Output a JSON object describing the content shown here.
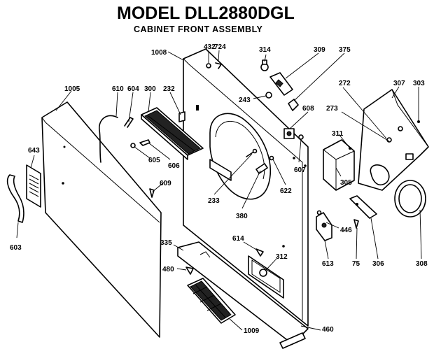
{
  "title": "MODEL DLL2880DGL",
  "subtitle": "CABINET FRONT ASSEMBLY",
  "labels": {
    "p1008": "1008",
    "p432": "432",
    "p724": "724",
    "p314": "314",
    "p309": "309",
    "p375": "375",
    "p243": "243",
    "p608": "608",
    "p272": "272",
    "p307": "307",
    "p303": "303",
    "p273": "273",
    "p311": "311",
    "p1005": "1005",
    "p610": "610",
    "p604": "604",
    "p300": "300",
    "p232": "232",
    "p643": "643",
    "p605": "605",
    "p606": "606",
    "p607": "607",
    "p305": "305",
    "p233": "233",
    "p622": "622",
    "p609": "609",
    "p380": "380",
    "p603": "603",
    "p446": "446",
    "p614": "614",
    "p335": "335",
    "p312": "312",
    "p613": "613",
    "p75": "75",
    "p306": "306",
    "p308": "308",
    "p480": "480",
    "p1009": "1009",
    "p460": "460"
  }
}
